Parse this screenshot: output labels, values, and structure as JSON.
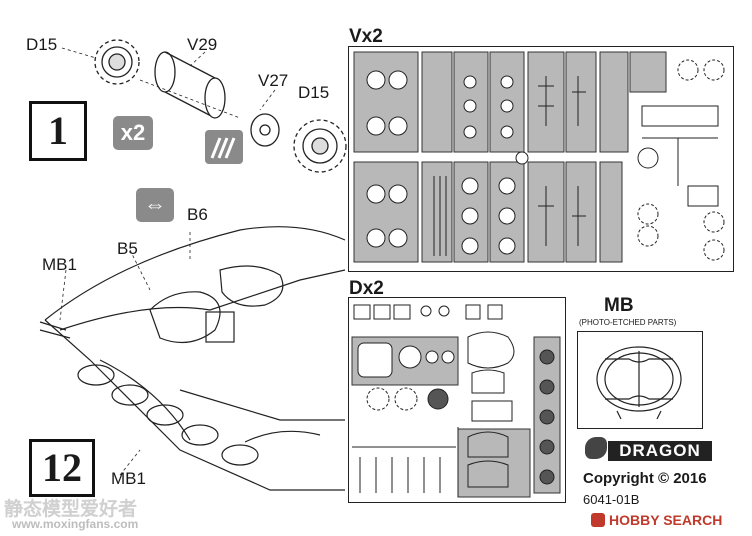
{
  "step1": {
    "number": "1",
    "multiplier": "x2",
    "callouts": {
      "d15_top": "D15",
      "v29": "V29",
      "v27": "V27",
      "d15_right": "D15"
    }
  },
  "step12": {
    "number": "12",
    "callouts": {
      "b6": "B6",
      "b5": "B5",
      "mb1_left": "MB1",
      "mb1_bottom": "MB1"
    }
  },
  "sprues": {
    "v": {
      "title": "Vx2"
    },
    "d": {
      "title": "Dx2"
    },
    "mb": {
      "title": "MB",
      "subtitle": "(PHOTO-ETCHED PARTS)"
    }
  },
  "brand": {
    "logo": "DRAGON",
    "copyright": "Copyright © 2016",
    "catalog": "6041-01B"
  },
  "watermark": {
    "site_cn": "静态模型爱好者",
    "site_url": "www.moxingfans.com",
    "hobby_search": "HOBBY SEARCH"
  }
}
